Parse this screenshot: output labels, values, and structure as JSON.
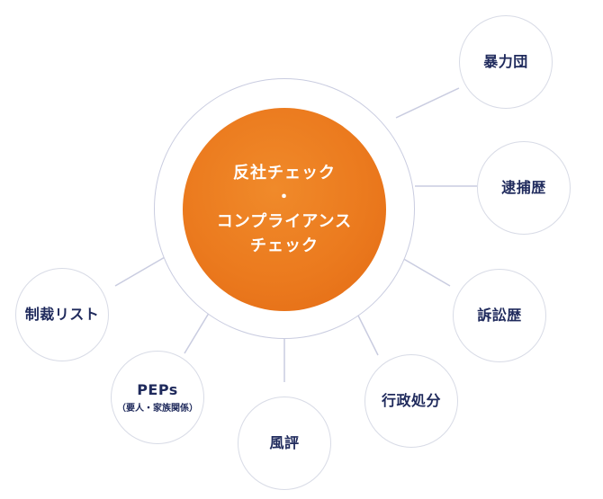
{
  "colors": {
    "accent": "#eb7a1e",
    "node_text": "#1f2a5c",
    "connector": "#c9cce0"
  },
  "center": {
    "line1": "反社チェック",
    "line2": "・",
    "line3": "コンプライアンス",
    "line4": "チェック"
  },
  "nodes": [
    {
      "label": "暴力団"
    },
    {
      "label": "逮捕歴"
    },
    {
      "label": "訴訟歴"
    },
    {
      "label": "行政処分"
    },
    {
      "label": "風評"
    },
    {
      "label": "PEPs",
      "sublabel": "（要人・家族関係）"
    },
    {
      "label": "制裁リスト"
    }
  ]
}
